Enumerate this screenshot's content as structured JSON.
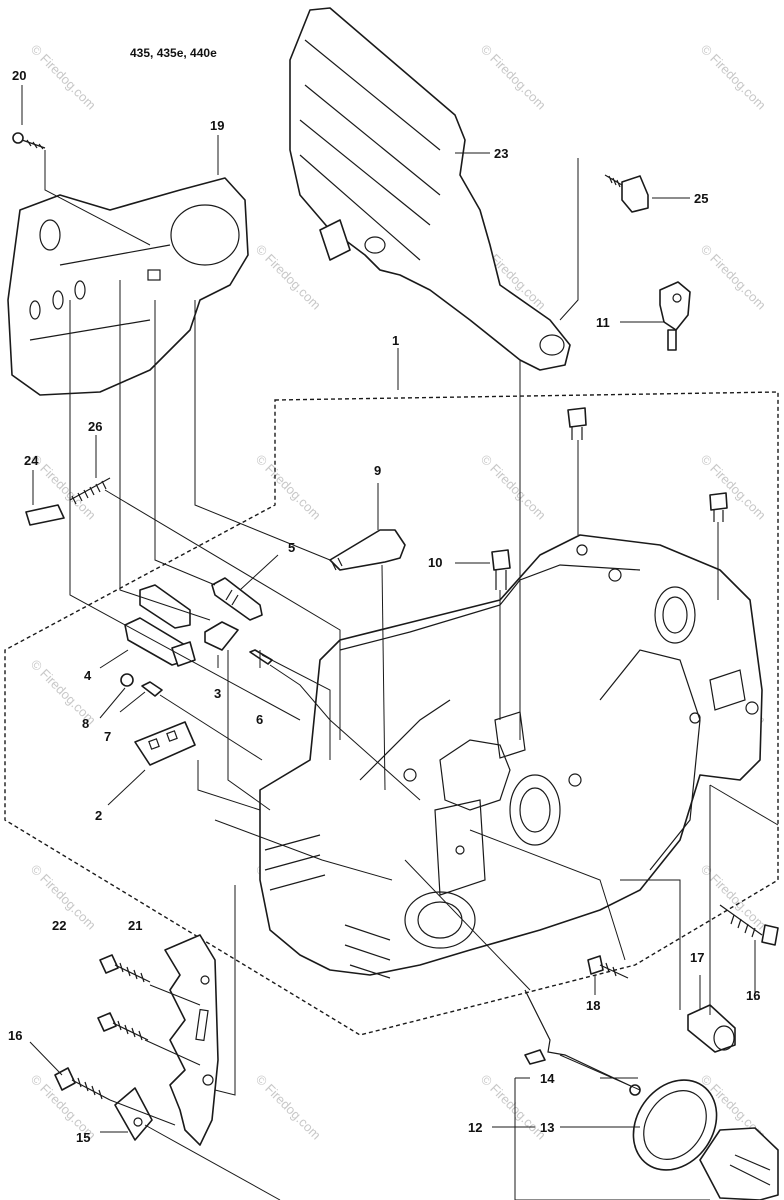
{
  "model_label": "435, 435e, 440e",
  "watermark": "© Firedog.com",
  "colors": {
    "line": "#1a1a1a",
    "watermark": "#c8c8c8",
    "background": "#ffffff"
  },
  "callouts": {
    "p1": "1",
    "p2": "2",
    "p3": "3",
    "p4": "4",
    "p5": "5",
    "p6": "6",
    "p7": "7",
    "p8": "8",
    "p9": "9",
    "p10": "10",
    "p11": "11",
    "p12": "12",
    "p13": "13",
    "p14": "14",
    "p15": "15",
    "p16a": "16",
    "p16b": "16",
    "p17": "17",
    "p18": "18",
    "p19": "19",
    "p20": "20",
    "p21": "21",
    "p22": "22",
    "p23": "23",
    "p24": "24",
    "p25": "25",
    "p26": "26"
  }
}
